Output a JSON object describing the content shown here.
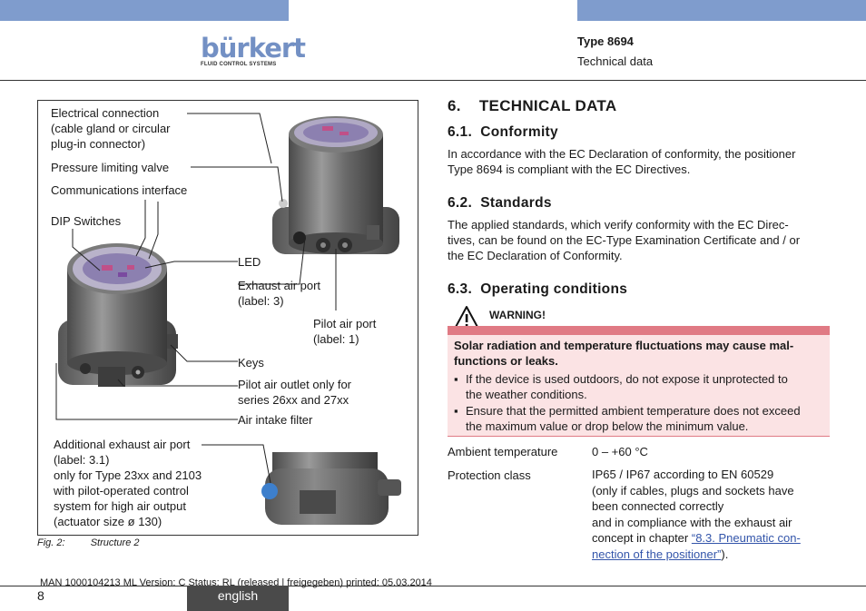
{
  "header": {
    "brand_name": "bürkert",
    "brand_sub": "FLUID CONTROL SYSTEMS",
    "type": "Type 8694",
    "subtitle": "Technical data"
  },
  "figure": {
    "labels": {
      "electrical": "Electrical connection\n(cable gland or circular\nplug-in connector)",
      "pressure": "Pressure limiting valve",
      "comms": "Communications interface",
      "dip": "DIP Switches",
      "led": "LED",
      "exhaust": "Exhaust air port\n(label: 3)",
      "pilot": "Pilot air port\n(label: 1)",
      "keys": "Keys",
      "pilot_outlet": "Pilot air outlet only for\nseries 26xx and 27xx",
      "intake": "Air intake filter",
      "additional": "Additional exhaust air port\n(label: 3.1)\nonly for Type 23xx and 2103\nwith pilot-operated control\nsystem for high air output\n(actuator size ø 130)"
    },
    "caption_num": "Fig. 2:",
    "caption_text": "Structure 2"
  },
  "section": {
    "title": "6.    TECHNICAL DATA",
    "conformity_title": "6.1.  Conformity",
    "conformity_text": "In accordance with the EC Declaration of conformity, the positioner\nType 8694 is compliant with the EC Directives.",
    "standards_title": "6.2.  Standards",
    "standards_text": "The applied standards, which verify conformity with the EC Direc-\ntives, can be found on the EC-Type Examination Certificate and / or\nthe EC Declaration of Conformity.",
    "operating_title": "6.3.  Operating conditions"
  },
  "warning": {
    "label": "WARNING!",
    "headline": "Solar radiation and temperature fluctuations may cause mal-\nfunctions or leaks.",
    "bullets": [
      "If the device is used outdoors, do not expose it unprotected to\nthe weather conditions.",
      "Ensure that the permitted ambient temperature does not exceed\nthe maximum value or drop below the minimum value."
    ],
    "bullet_symbol": "▪"
  },
  "specs": {
    "ambient_key": "Ambient temperature",
    "ambient_value": "0 – +60 °C",
    "protection_key": "Protection class",
    "protection_value": "IP65 / IP67 according to EN 60529\n(only if cables, plugs and sockets have\nbeen connected correctly\nand in compliance with the exhaust air\nconcept in chapter ",
    "protection_link_1": "“8.3. Pneumatic con-",
    "protection_link_2": "nection of the positioner”",
    "protection_tail": ")."
  },
  "footer": {
    "doc_info": "MAN  1000104213  ML  Version: C Status: RL (released | freigegeben)  printed: 05.03.2014",
    "page": "8",
    "language": "english"
  },
  "colors": {
    "accent": "#7f9ccd",
    "warning_bar": "#e07a84",
    "warning_bg": "#fbe3e4"
  }
}
